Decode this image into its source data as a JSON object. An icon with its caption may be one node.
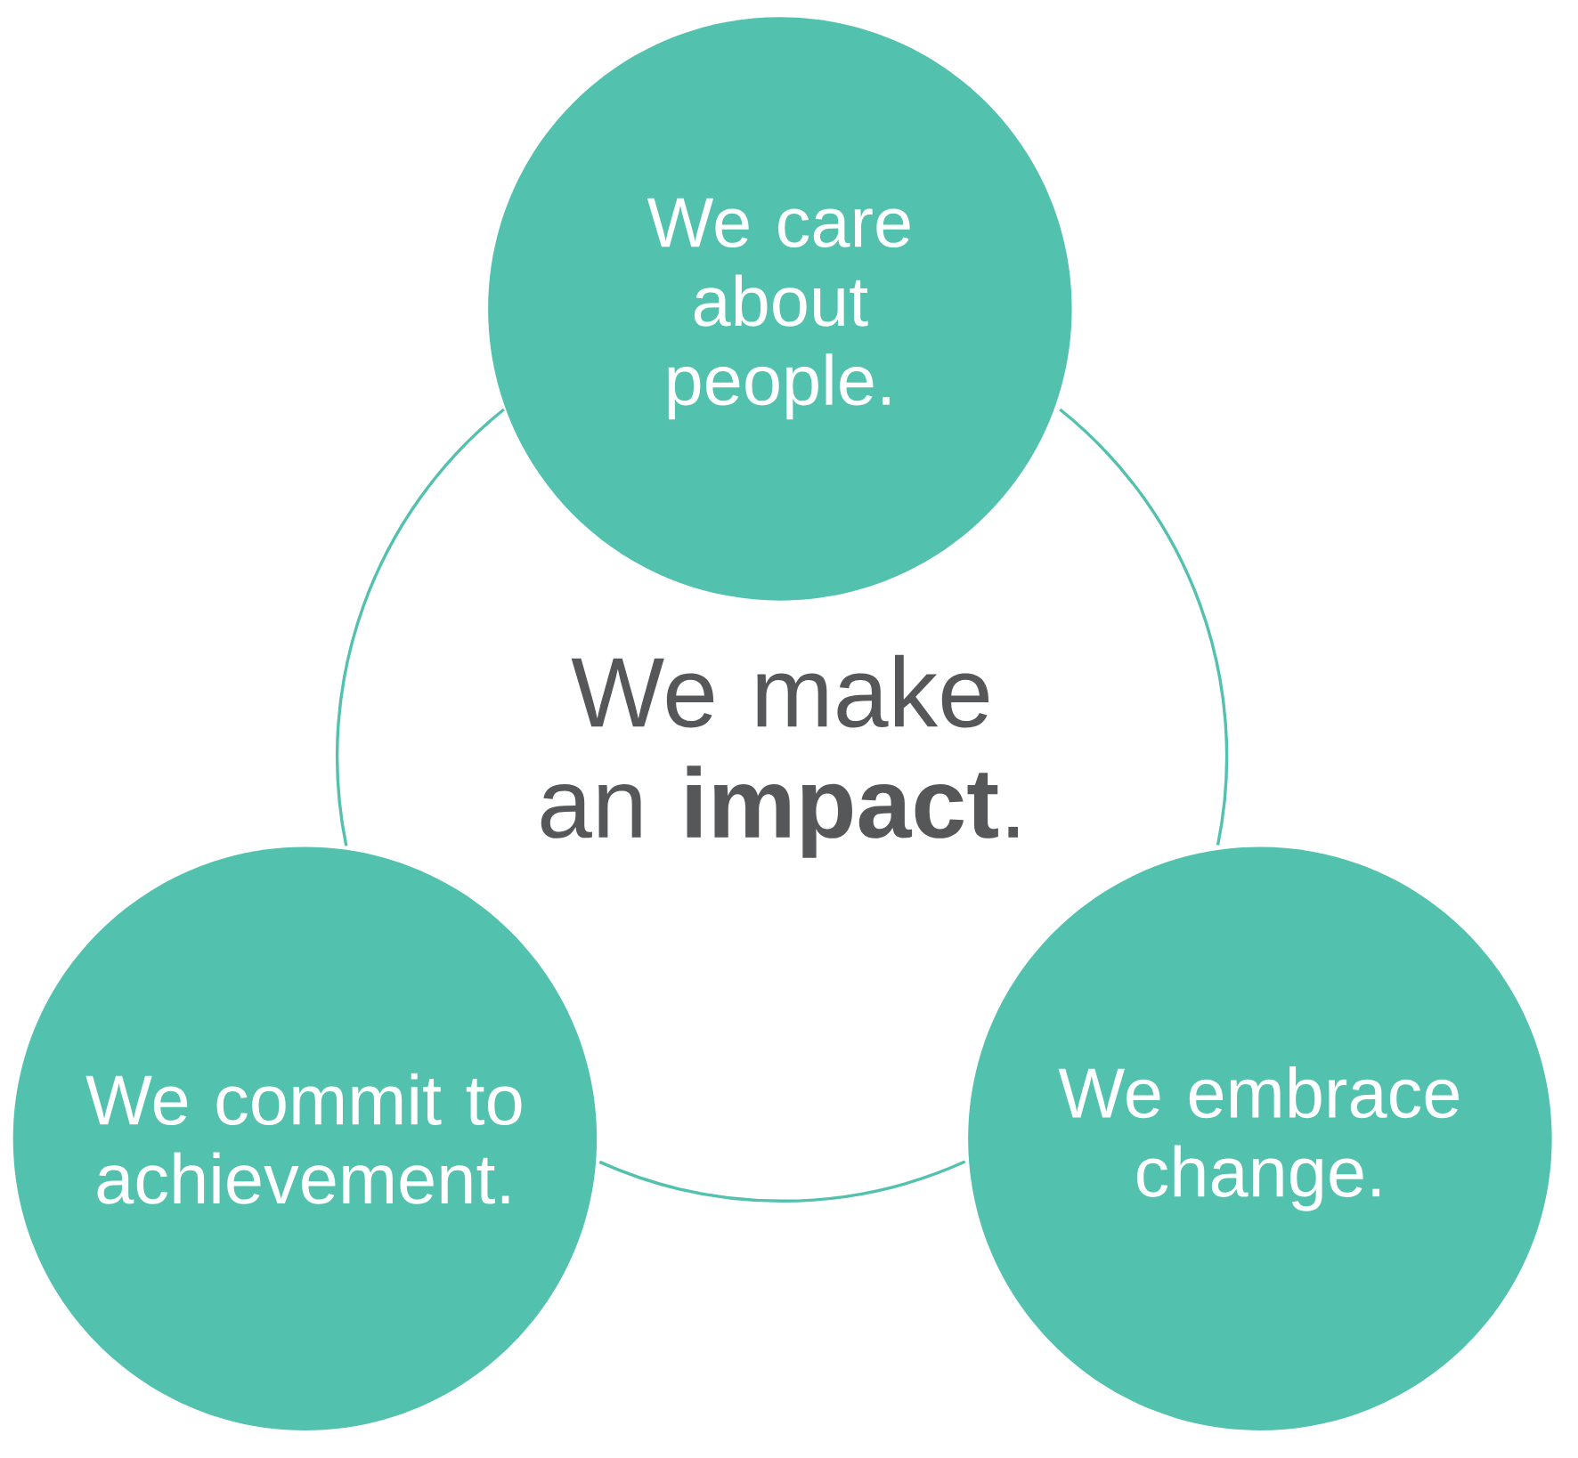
{
  "diagram": {
    "nodes": [
      {
        "text": [
          "We make an **impact**."
        ]
      },
      {
        "text": [
          "We care about people."
        ]
      },
      {
        "text": [
          "We commit to achievement."
        ]
      },
      {
        "text": [
          "We embrace change."
        ]
      }
    ]
  }
}
